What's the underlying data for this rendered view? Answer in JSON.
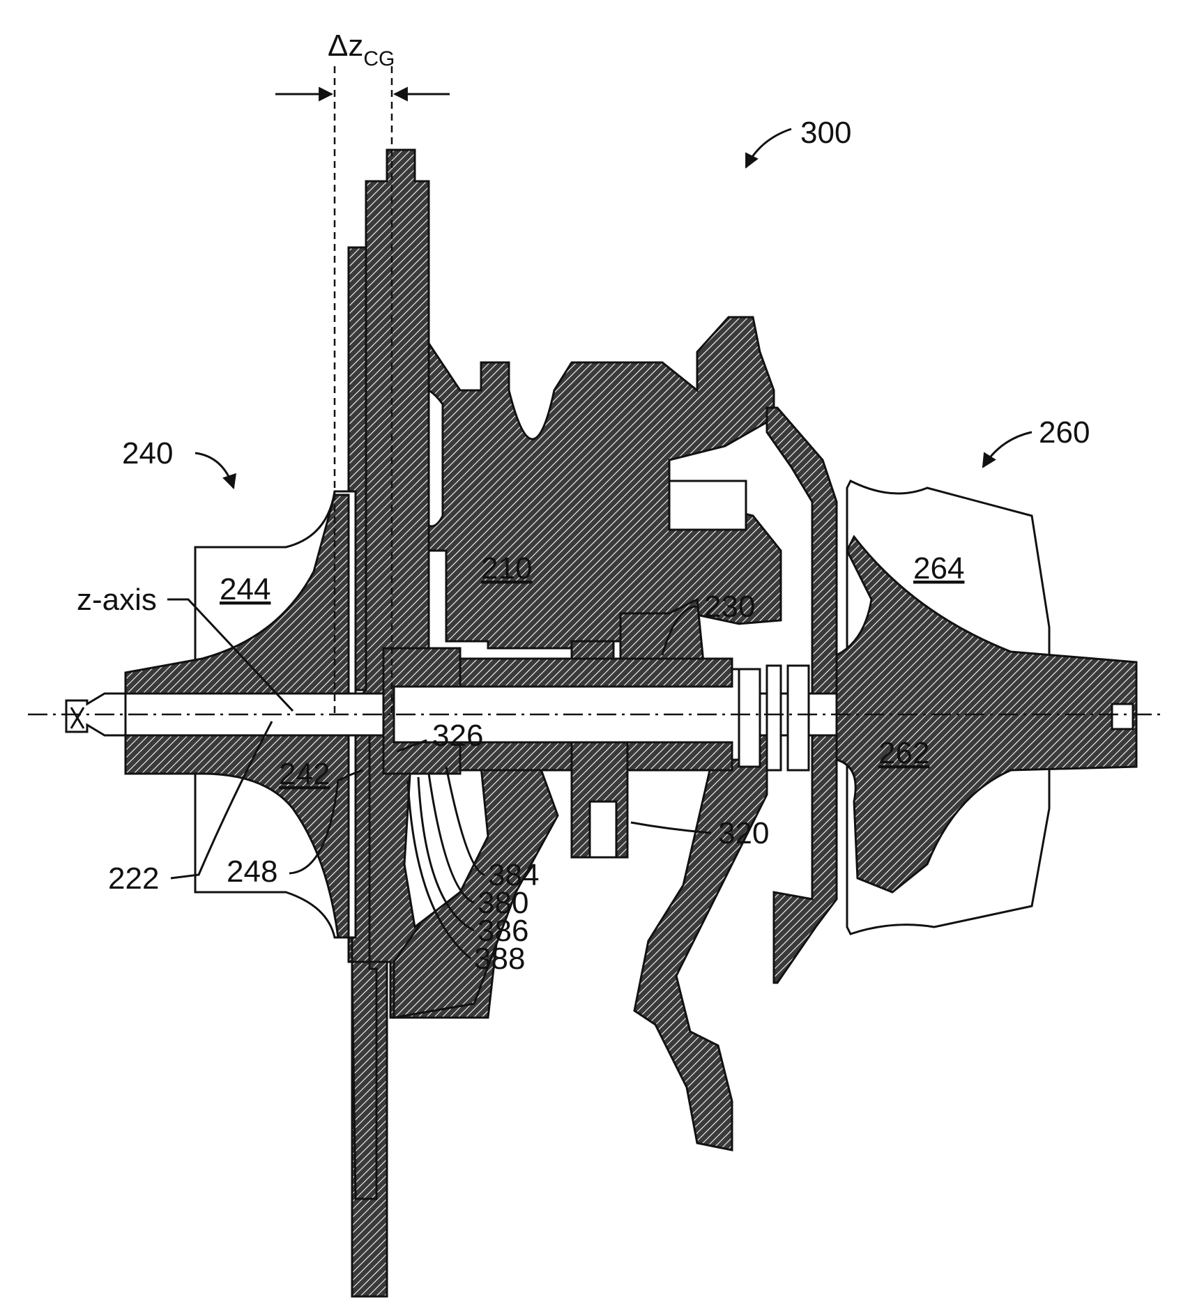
{
  "figure": {
    "delta_symbol": "Δz",
    "delta_subscript": "CG",
    "labels": {
      "assembly": "300",
      "compressor": "240",
      "turbine": "260",
      "housing": "210",
      "bearing": "230",
      "compressor_hub": "242",
      "compressor_blades": "244",
      "turbine_hub": "262",
      "turbine_blades": "264",
      "shaft": "222",
      "backface": "248",
      "thrust_collar": "326",
      "anti_rotation": "320",
      "seal_384": "384",
      "seal_380": "380",
      "seal_386": "386",
      "seal_388": "388",
      "z_axis": "z-axis"
    }
  }
}
